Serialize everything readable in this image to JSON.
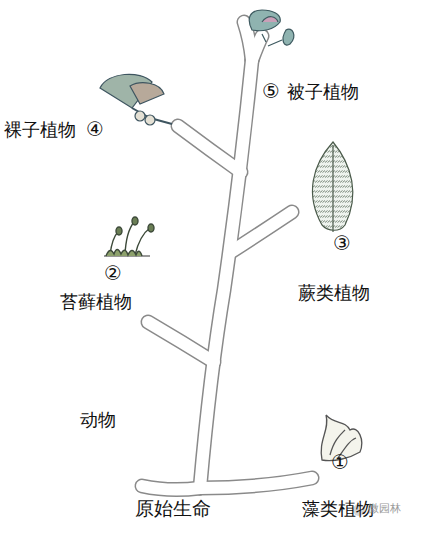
{
  "diagram": {
    "labels": [
      "原始生命",
      "动物",
      "①",
      "藻类植物",
      "②",
      "苔藓植物",
      "③",
      "蕨类植物",
      "④",
      "裸子植物",
      "⑤",
      "被子植物",
      "微园林"
    ]
  }
}
